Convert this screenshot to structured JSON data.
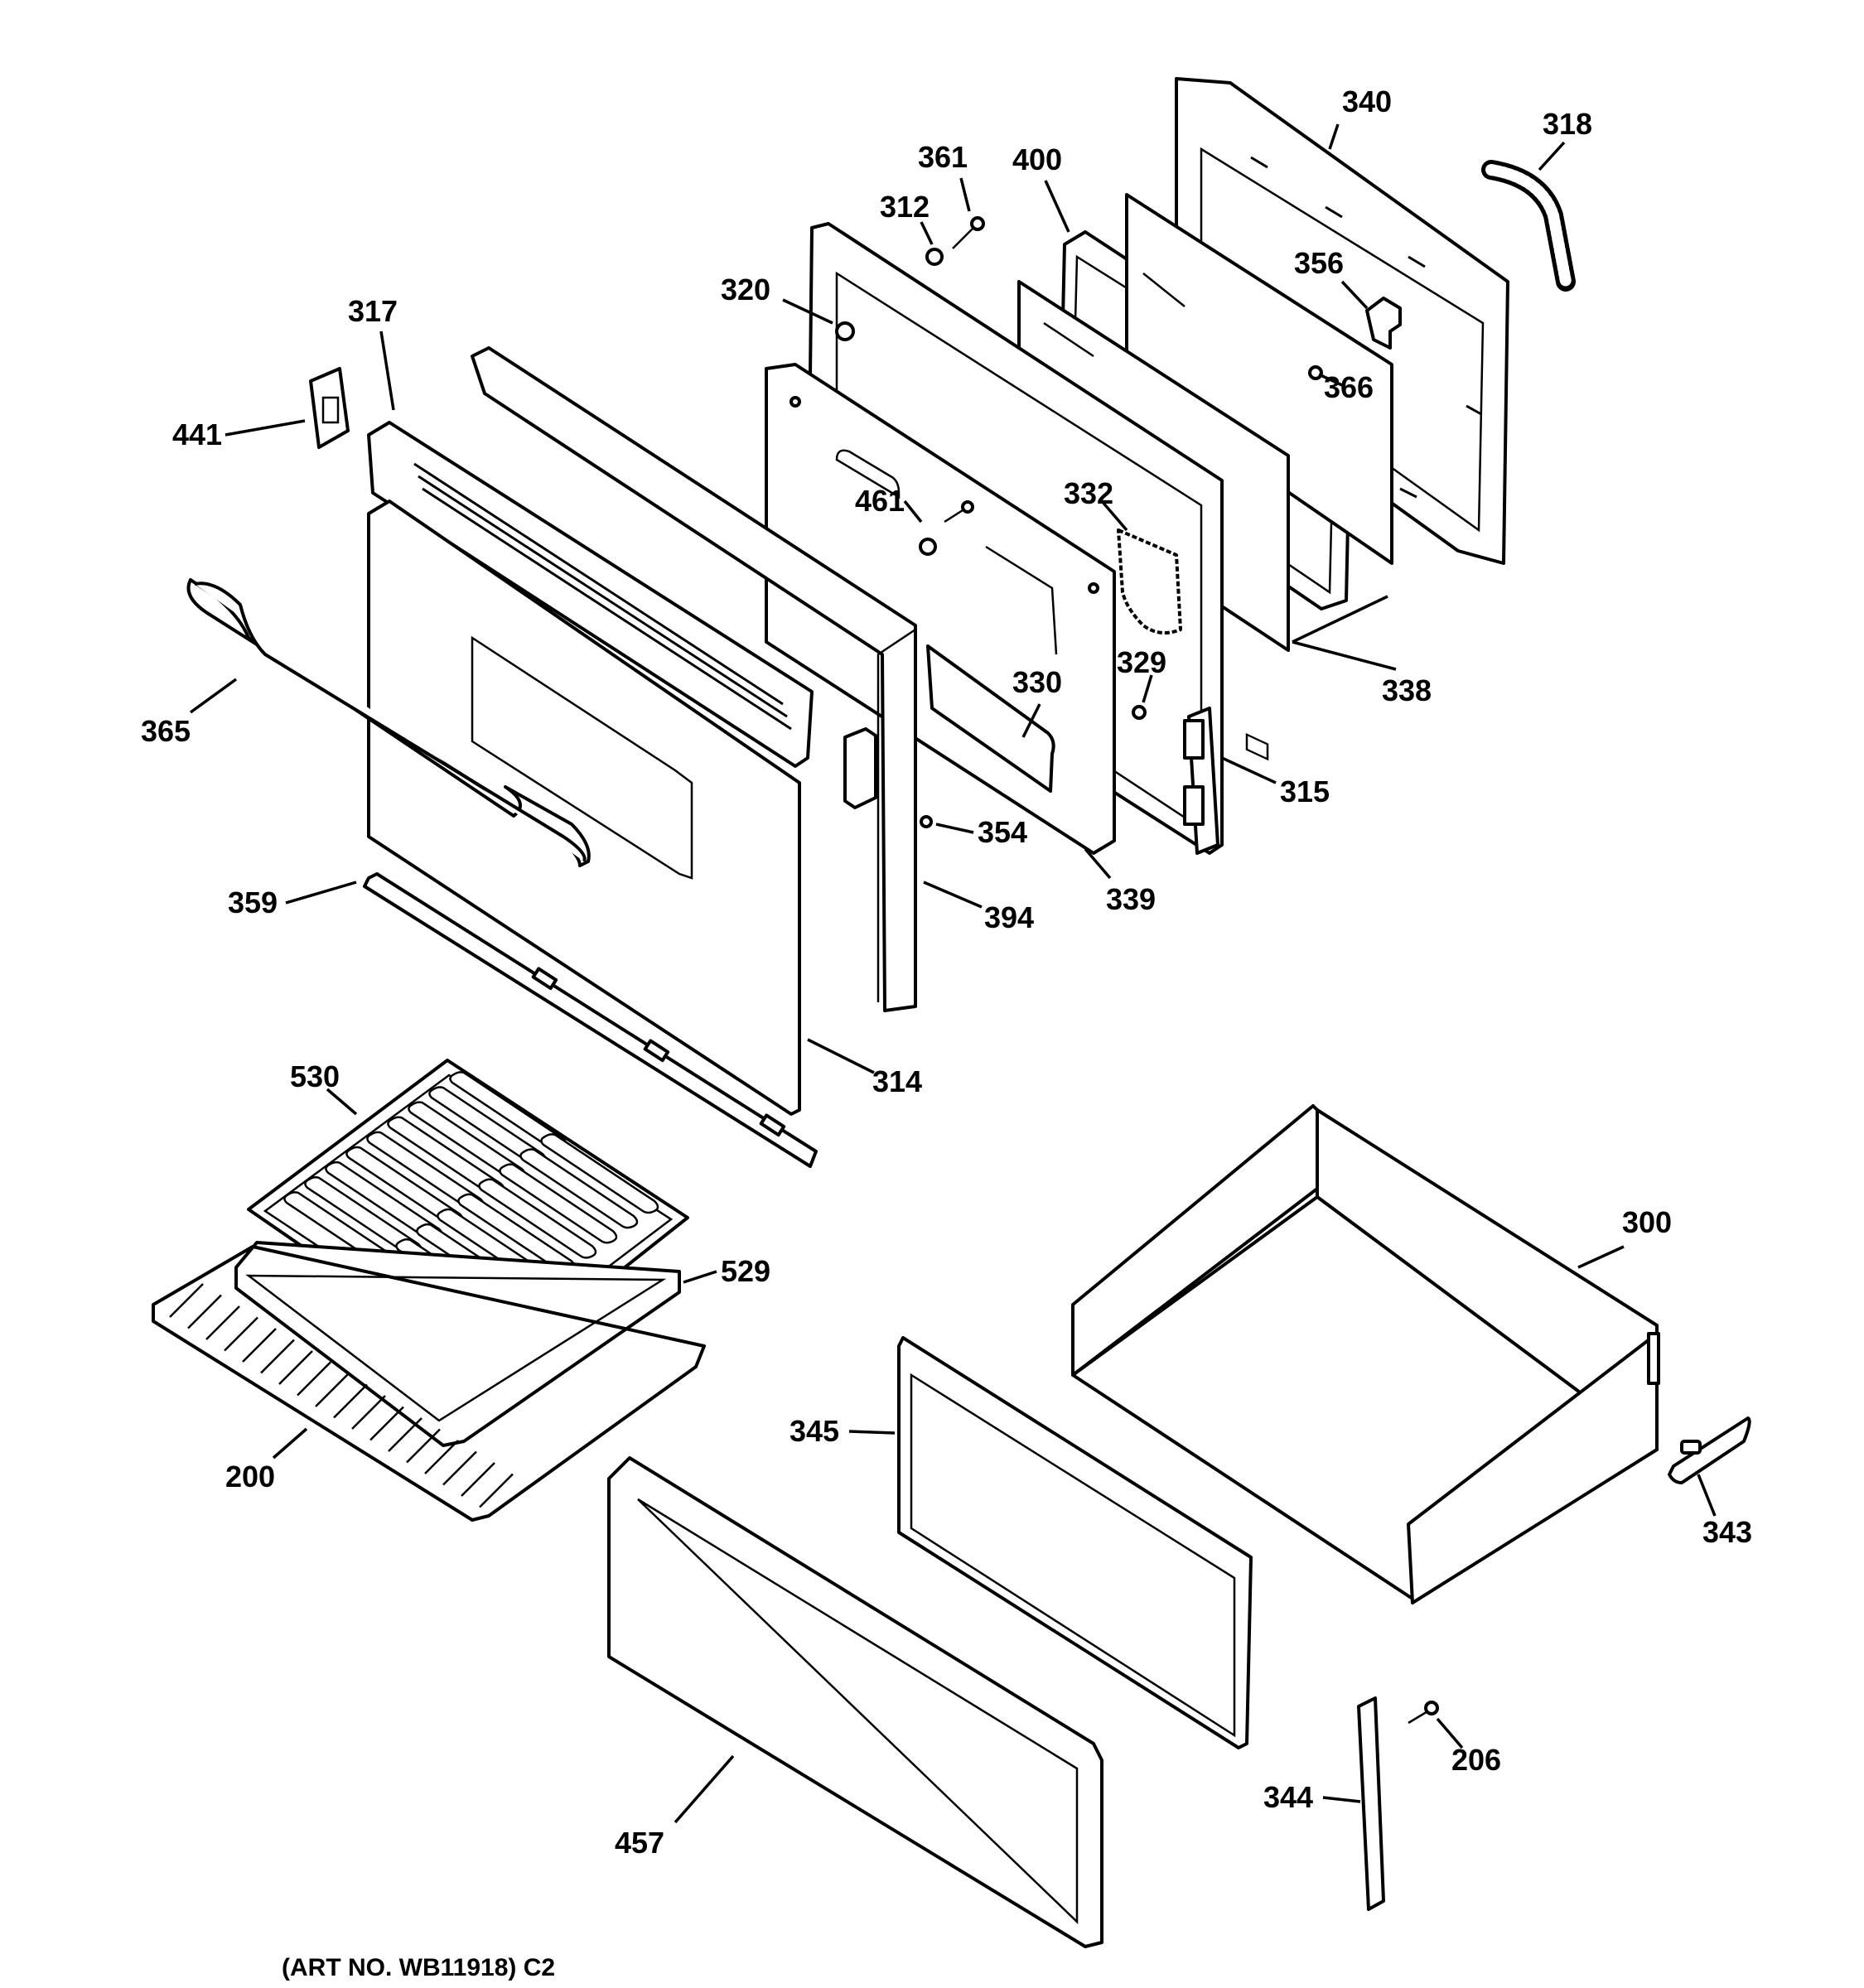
{
  "diagram": {
    "parts": [
      {
        "id": "p340",
        "label": "340"
      },
      {
        "id": "p318",
        "label": "318"
      },
      {
        "id": "p361",
        "label": "361"
      },
      {
        "id": "p400",
        "label": "400"
      },
      {
        "id": "p312",
        "label": "312"
      },
      {
        "id": "p356",
        "label": "356"
      },
      {
        "id": "p320",
        "label": "320"
      },
      {
        "id": "p317",
        "label": "317"
      },
      {
        "id": "p366",
        "label": "366"
      },
      {
        "id": "p441",
        "label": "441"
      },
      {
        "id": "p461",
        "label": "461"
      },
      {
        "id": "p332",
        "label": "332"
      },
      {
        "id": "p330",
        "label": "330"
      },
      {
        "id": "p329",
        "label": "329"
      },
      {
        "id": "p338",
        "label": "338"
      },
      {
        "id": "p365",
        "label": "365"
      },
      {
        "id": "p315",
        "label": "315"
      },
      {
        "id": "p354",
        "label": "354"
      },
      {
        "id": "p339",
        "label": "339"
      },
      {
        "id": "p359",
        "label": "359"
      },
      {
        "id": "p394",
        "label": "394"
      },
      {
        "id": "p314",
        "label": "314"
      },
      {
        "id": "p530",
        "label": "530"
      },
      {
        "id": "p300",
        "label": "300"
      },
      {
        "id": "p529",
        "label": "529"
      },
      {
        "id": "p345",
        "label": "345"
      },
      {
        "id": "p343",
        "label": "343"
      },
      {
        "id": "p200",
        "label": "200"
      },
      {
        "id": "p206",
        "label": "206"
      },
      {
        "id": "p344",
        "label": "344"
      },
      {
        "id": "p457",
        "label": "457"
      }
    ],
    "art_number": "(ART NO. WB11918) C2"
  }
}
